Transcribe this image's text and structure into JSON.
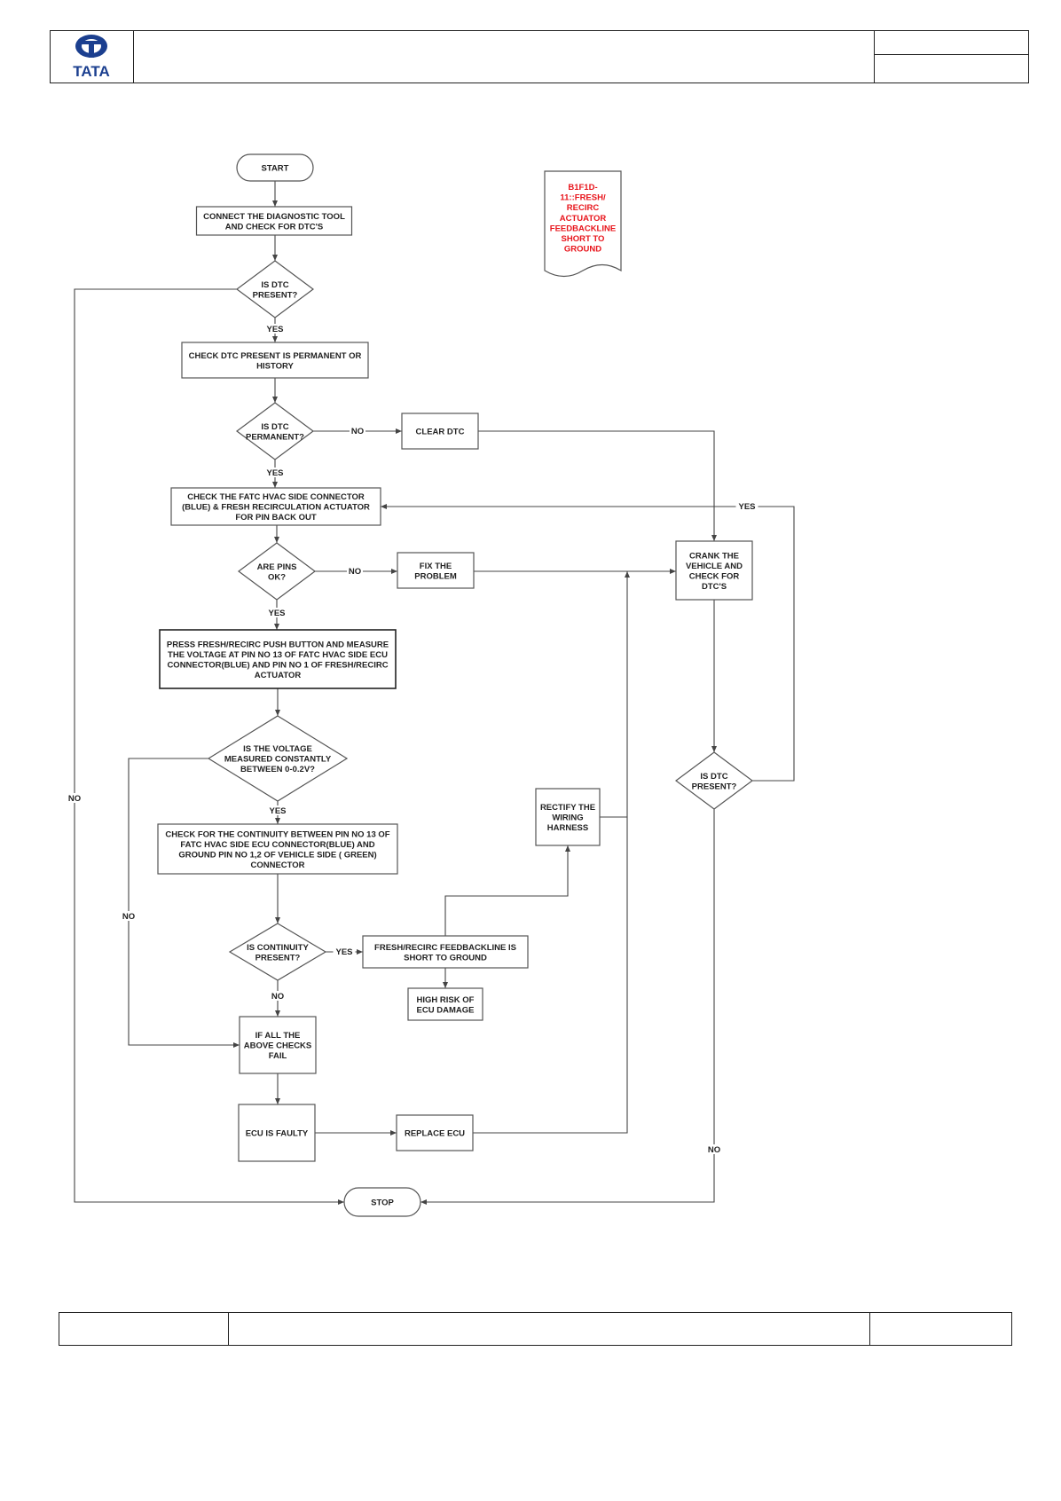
{
  "header": {
    "logo_text": "TATA",
    "title": "",
    "right_top": "",
    "right_bottom": ""
  },
  "footer": {
    "left": "",
    "middle": "",
    "right": ""
  },
  "dtc_note": {
    "lines": [
      "B1F1D-",
      "11::FRESH/",
      "RECIRC",
      "ACTUATOR",
      "FEEDBACKLINE",
      "SHORT TO",
      "GROUND"
    ],
    "color": "#e8141b"
  },
  "flowchart": {
    "nodes": [
      {
        "id": "start",
        "lines": [
          "START"
        ]
      },
      {
        "id": "connect",
        "lines": [
          "CONNECT THE DIAGNOSTIC TOOL",
          "AND CHECK FOR  DTC'S"
        ]
      },
      {
        "id": "isdtc1",
        "lines": [
          "IS  DTC",
          "PRESENT?"
        ]
      },
      {
        "id": "perm",
        "lines": [
          "CHECK DTC  PRESENT IS PERMANENT OR",
          "HISTORY"
        ]
      },
      {
        "id": "isperm",
        "lines": [
          "IS  DTC",
          "PERMANENT?"
        ]
      },
      {
        "id": "clear",
        "lines": [
          "CLEAR DTC"
        ]
      },
      {
        "id": "fatc",
        "lines": [
          "CHECK THE FATC HVAC SIDE CONNECTOR",
          "(BLUE) & FRESH RECIRCULATION ACTUATOR",
          "FOR PIN BACK OUT"
        ]
      },
      {
        "id": "pins",
        "lines": [
          "ARE PINS",
          "OK?"
        ]
      },
      {
        "id": "fix",
        "lines": [
          "FIX THE",
          "PROBLEM"
        ]
      },
      {
        "id": "crank",
        "lines": [
          "CRANK THE",
          "VEHICLE AND",
          "CHECK FOR",
          "DTC'S"
        ]
      },
      {
        "id": "press",
        "lines": [
          "PRESS FRESH/RECIRC PUSH BUTTON AND MEASURE",
          "THE VOLTAGE AT PIN NO 13  OF FATC HVAC SIDE ECU",
          "CONNECTOR(BLUE) AND PIN NO 1 OF FRESH/RECIRC",
          "ACTUATOR"
        ]
      },
      {
        "id": "voltage",
        "lines": [
          "IS  THE VOLTAGE",
          "MEASURED CONSTANTLY",
          "BETWEEN 0-0.2V?"
        ]
      },
      {
        "id": "isdtc2",
        "lines": [
          "IS  DTC",
          "PRESENT?"
        ]
      },
      {
        "id": "rectify",
        "lines": [
          "RECTIFY THE",
          "WIRING",
          "HARNESS"
        ]
      },
      {
        "id": "cont",
        "lines": [
          "CHECK FOR THE CONTINUITY BETWEEN PIN NO 13  OF",
          "FATC HVAC SIDE ECU CONNECTOR(BLUE) AND",
          "GROUND  PIN NO 1,2 OF VEHICLE SIDE ( GREEN)",
          "CONNECTOR"
        ]
      },
      {
        "id": "iscont",
        "lines": [
          "IS CONTINUITY",
          "PRESENT?"
        ]
      },
      {
        "id": "short",
        "lines": [
          "FRESH/RECIRC FEEDBACKLINE IS",
          "SHORT TO GROUND"
        ]
      },
      {
        "id": "risk",
        "lines": [
          "HIGH RISK OF",
          "ECU DAMAGE"
        ]
      },
      {
        "id": "allfail",
        "lines": [
          "IF ALL THE",
          "ABOVE CHECKS",
          "FAIL"
        ]
      },
      {
        "id": "faulty",
        "lines": [
          "ECU IS FAULTY"
        ]
      },
      {
        "id": "replace",
        "lines": [
          "REPLACE ECU"
        ]
      },
      {
        "id": "stop",
        "lines": [
          "STOP"
        ]
      }
    ],
    "edge_labels": {
      "yes": "YES",
      "no": "NO"
    }
  }
}
